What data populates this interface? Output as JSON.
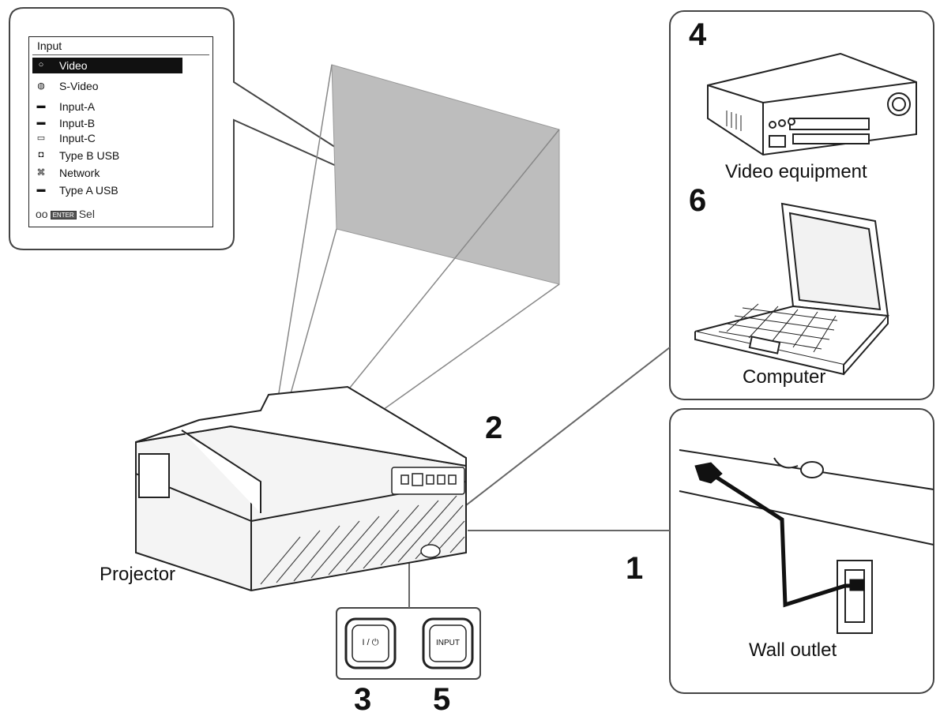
{
  "menu": {
    "title": "Input",
    "items": [
      {
        "label": "Video",
        "icon": "circle-icon",
        "selected": true
      },
      {
        "label": "S-Video",
        "icon": "svideo-icon",
        "selected": false
      },
      {
        "label": "Input-A",
        "icon": "vga-connector-icon",
        "selected": false
      },
      {
        "label": "Input-B",
        "icon": "vga-connector-icon",
        "selected": false
      },
      {
        "label": "Input-C",
        "icon": "hdmi-connector-icon",
        "selected": false
      },
      {
        "label": "Type B USB",
        "icon": "usb-b-icon",
        "selected": false
      },
      {
        "label": "Network",
        "icon": "network-icon",
        "selected": false
      },
      {
        "label": "Type A USB",
        "icon": "usb-a-icon",
        "selected": false
      }
    ],
    "footer": {
      "prefix_icon": "arrows-icon",
      "key": "ENTER",
      "label": "Sel"
    }
  },
  "labels": {
    "video_equipment": "Video equipment",
    "computer": "Computer",
    "projector": "Projector",
    "wall_outlet": "Wall outlet"
  },
  "steps": {
    "one": "1",
    "two": "2",
    "three": "3",
    "four": "4",
    "five": "5",
    "six": "6"
  },
  "buttons": {
    "power": "I / ⏻",
    "input": "INPUT"
  }
}
